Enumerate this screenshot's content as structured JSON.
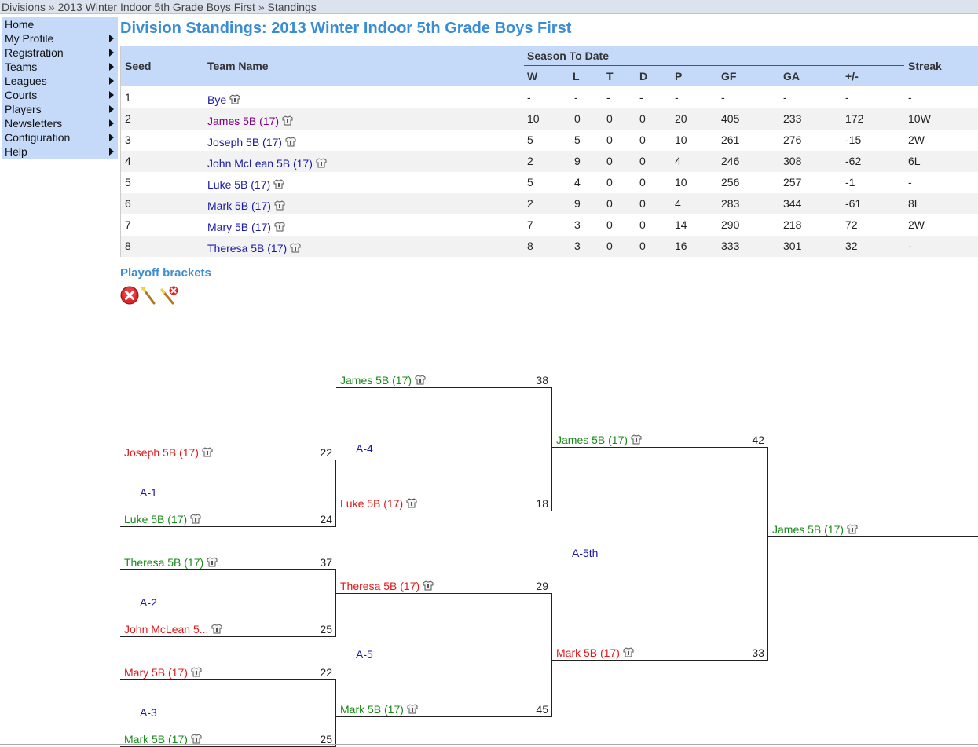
{
  "breadcrumb": [
    "Divisions",
    "2013 Winter Indoor 5th Grade Boys First",
    "Standings"
  ],
  "breadcrumb_sep": "»",
  "menu": [
    "Home",
    "My Profile",
    "Registration",
    "Teams",
    "Leagues",
    "Courts",
    "Players",
    "Newsletters",
    "Configuration",
    "Help"
  ],
  "page_title": "Division Standings: 2013 Winter Indoor 5th Grade Boys First",
  "standings": {
    "headers": {
      "seed": "Seed",
      "team": "Team Name",
      "season": "Season To Date",
      "w": "W",
      "l": "L",
      "t": "T",
      "d": "D",
      "p": "P",
      "gf": "GF",
      "ga": "GA",
      "pm": "+/-",
      "streak": "Streak"
    },
    "rows": [
      {
        "seed": "1",
        "team": "Bye",
        "visited": false,
        "w": "-",
        "l": "-",
        "t": "-",
        "d": "-",
        "p": "-",
        "gf": "-",
        "ga": "-",
        "pm": "-",
        "streak": "-"
      },
      {
        "seed": "2",
        "team": "James 5B (17)",
        "visited": true,
        "w": "10",
        "l": "0",
        "t": "0",
        "d": "0",
        "p": "20",
        "gf": "405",
        "ga": "233",
        "pm": "172",
        "streak": "10W"
      },
      {
        "seed": "3",
        "team": "Joseph 5B (17)",
        "visited": false,
        "w": "5",
        "l": "5",
        "t": "0",
        "d": "0",
        "p": "10",
        "gf": "261",
        "ga": "276",
        "pm": "-15",
        "streak": "2W"
      },
      {
        "seed": "4",
        "team": "John McLean 5B (17)",
        "visited": false,
        "w": "2",
        "l": "9",
        "t": "0",
        "d": "0",
        "p": "4",
        "gf": "246",
        "ga": "308",
        "pm": "-62",
        "streak": "6L"
      },
      {
        "seed": "5",
        "team": "Luke 5B (17)",
        "visited": false,
        "w": "5",
        "l": "4",
        "t": "0",
        "d": "0",
        "p": "10",
        "gf": "256",
        "ga": "257",
        "pm": "-1",
        "streak": "-"
      },
      {
        "seed": "6",
        "team": "Mark 5B (17)",
        "visited": false,
        "w": "2",
        "l": "9",
        "t": "0",
        "d": "0",
        "p": "4",
        "gf": "283",
        "ga": "344",
        "pm": "-61",
        "streak": "8L"
      },
      {
        "seed": "7",
        "team": "Mary 5B (17)",
        "visited": false,
        "w": "7",
        "l": "3",
        "t": "0",
        "d": "0",
        "p": "14",
        "gf": "290",
        "ga": "218",
        "pm": "72",
        "streak": "2W"
      },
      {
        "seed": "8",
        "team": "Theresa 5B (17)",
        "visited": false,
        "w": "8",
        "l": "3",
        "t": "0",
        "d": "0",
        "p": "16",
        "gf": "333",
        "ga": "301",
        "pm": "32",
        "streak": "-"
      }
    ]
  },
  "playoff_title": "Playoff brackets",
  "tools": [
    "delete-icon",
    "wand-icon",
    "wand-delete-icon"
  ],
  "bracket": {
    "games": [
      {
        "label": "A-1",
        "home": {
          "team": "Joseph 5B (17)",
          "score": "22",
          "result": "loss"
        },
        "away": {
          "team": "Luke 5B (17)",
          "score": "24",
          "result": "win"
        }
      },
      {
        "label": "A-2",
        "home": {
          "team": "Theresa 5B (17)",
          "score": "37",
          "result": "win"
        },
        "away": {
          "team": "John McLean 5...",
          "score": "25",
          "result": "loss"
        }
      },
      {
        "label": "A-3",
        "home": {
          "team": "Mary 5B (17)",
          "score": "22",
          "result": "loss"
        },
        "away": {
          "team": "Mark 5B (17)",
          "score": "25",
          "result": "win"
        }
      },
      {
        "label": "A-4",
        "home": {
          "team": "James 5B (17)",
          "score": "38",
          "result": "win"
        },
        "away": {
          "team": "Luke 5B (17)",
          "score": "18",
          "result": "loss"
        }
      },
      {
        "label": "A-5",
        "home": {
          "team": "Theresa 5B (17)",
          "score": "29",
          "result": "loss"
        },
        "away": {
          "team": "Mark 5B (17)",
          "score": "45",
          "result": "win"
        }
      },
      {
        "label": "A-5th",
        "home": {
          "team": "James 5B (17)",
          "score": "42",
          "result": "win"
        },
        "away": {
          "team": "Mark 5B (17)",
          "score": "33",
          "result": "loss"
        }
      }
    ],
    "champion": {
      "team": "James 5B (17)",
      "result": "win"
    }
  },
  "colors": {
    "win": "#178a17",
    "loss": "#e01818",
    "title": "#3a8dd4",
    "header_bg": "#c5d9f8",
    "link": "#1a1aa6",
    "visited": "#800080"
  }
}
